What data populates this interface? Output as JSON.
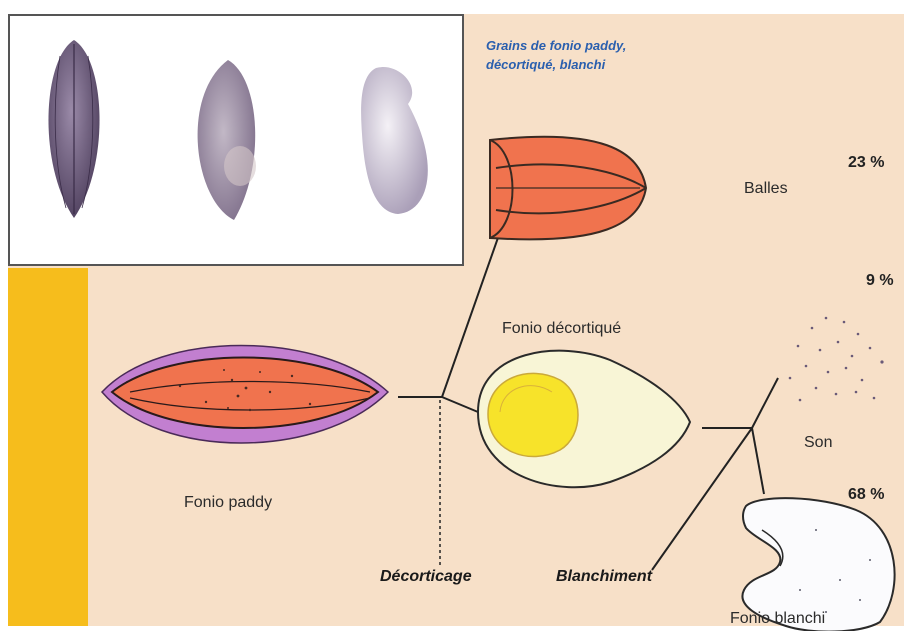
{
  "photo_caption": {
    "line1": "Grains de fonio paddy,",
    "line2": "décortiqué, blanchi"
  },
  "labels": {
    "balles": "Balles",
    "fonio_decortique": "Fonio décortiqué",
    "son": "Son",
    "fonio_paddy": "Fonio paddy",
    "fonio_blanchi": "Fonio blanchi"
  },
  "percentages": {
    "balles": "23 %",
    "son": "9 %",
    "fonio_blanchi": "68 %"
  },
  "steps": {
    "decorticage": "Décorticage",
    "blanchiment": "Blanchiment"
  },
  "colors": {
    "background": "#f7e0c8",
    "side_band": "#f6bd1c",
    "husk": "#f0734e",
    "hull": "#c27fd0",
    "kernel_yellow": "#f7e32a",
    "kernel_cream": "#f8f5d6",
    "caption": "#2a5fae"
  }
}
